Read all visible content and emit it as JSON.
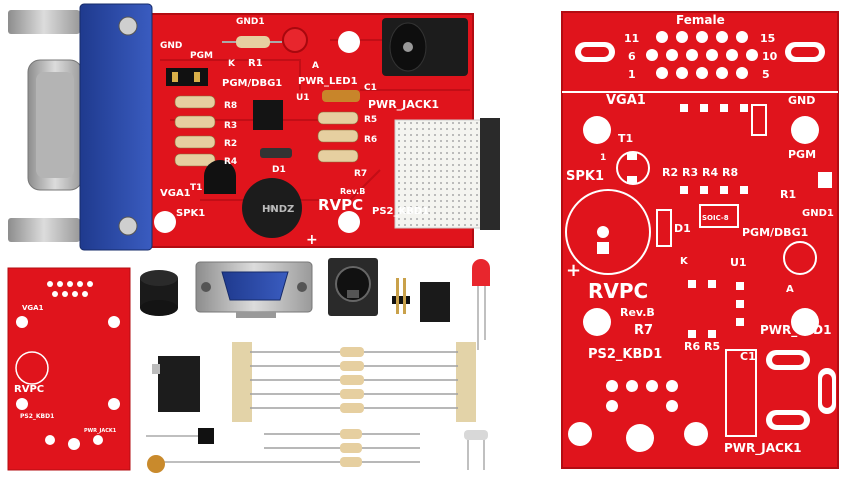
{
  "colors": {
    "pcb_red": "#e0141c",
    "pcb_red_dark": "#b30c12",
    "silkscreen": "#ffffff",
    "vga_blue": "#2b4aa8",
    "background": "#ffffff"
  },
  "assembled_board": {
    "labels": {
      "gnd_top": "GND",
      "pgm_top": "PGM",
      "gnd1": "GND1",
      "r1": "R1",
      "k": "K",
      "a": "A",
      "pgm_dbg1": "PGM/DBG1",
      "pwr_led1": "PWR_LED1",
      "u1": "U1",
      "pwr_jack1": "PWR_JACK1",
      "c1": "C1",
      "r8": "R8",
      "r3": "R3",
      "r2": "R2",
      "r4": "R4",
      "r6": "R6",
      "r5": "R5",
      "r7": "R7",
      "d1": "D1",
      "vga1": "VGA1",
      "t1": "T1",
      "spk1": "SPK1",
      "rvpc": "RVPC",
      "rev": "Rev.B",
      "ps2_kbd1": "PS2_KBD1",
      "buzzer_text": "HNDZ",
      "plus": "+"
    }
  },
  "bare_board": {
    "labels": {
      "female": "Female",
      "pin11": "11",
      "pin15": "15",
      "pin6": "6",
      "pin10": "10",
      "pin1": "1",
      "pin5": "5",
      "vga1": "VGA1",
      "gnd": "GND",
      "pgm": "PGM",
      "t1": "T1",
      "r2": "R2",
      "r3": "R3",
      "r4": "R4",
      "r8": "R8",
      "spk1": "SPK1",
      "pgm_dbg1": "PGM/DBG1",
      "r1": "R1",
      "gnd1": "GND1",
      "d1": "D1",
      "soic": "SOIC-8",
      "k": "K",
      "u1": "U1",
      "a": "A",
      "pwr_led1": "PWR_LED1",
      "rvpc": "RVPC",
      "rev": "Rev.B",
      "r7": "R7",
      "r6": "R6",
      "r5": "R5",
      "c1": "C1",
      "ps2_kbd1": "PS2_KBD1",
      "pwr_jack1": "PWR_JACK1",
      "one": "1",
      "plus": "+"
    }
  },
  "small_board": {
    "labels": {
      "rvpc": "RVPC",
      "vga1": "VGA1",
      "ps2": "PS2_KBD1",
      "jack": "PWR_JACK1"
    }
  }
}
